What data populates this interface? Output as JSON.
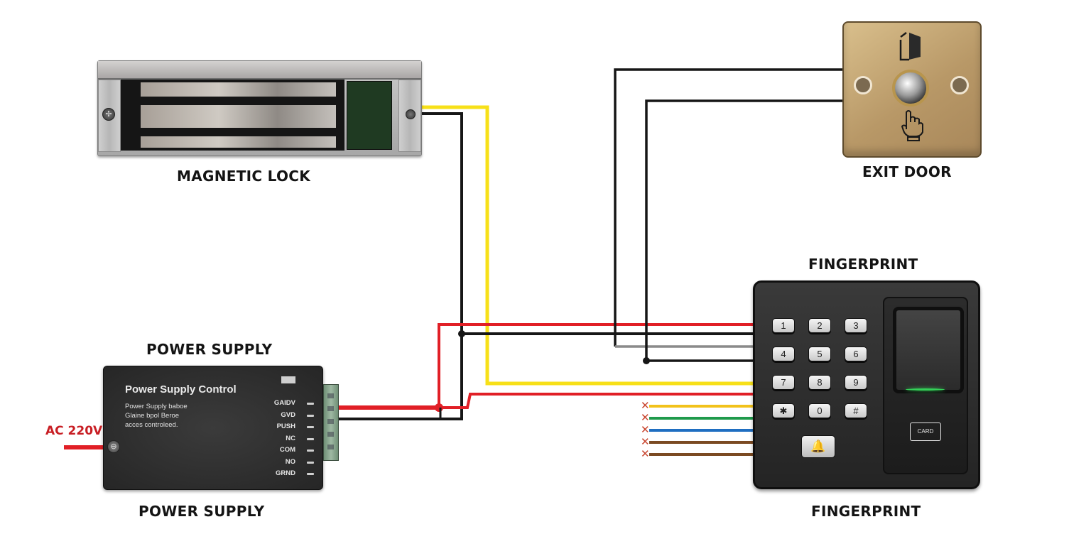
{
  "components": {
    "magnetic_lock": {
      "label": "MAGNETIC LOCK"
    },
    "exit_door": {
      "label": "EXIT DOOR",
      "icons": [
        "door-open-icon",
        "push-button",
        "hand-press-icon"
      ]
    },
    "fingerprint": {
      "label_top": "FINGERPRINT",
      "label_bottom": "FINGERPRINT",
      "keys": [
        "1",
        "2",
        "3",
        "4",
        "5",
        "6",
        "7",
        "8",
        "9",
        "✱",
        "0",
        "#"
      ],
      "bell_key": "🔔",
      "card_label": "CARD"
    },
    "power_supply": {
      "label_top": "POWER SUPPLY",
      "label_bottom": "POWER SUPPLY",
      "panel_title": "Power Supply Control",
      "panel_description": "Power Supply baboe\nGlaine bpol Beroe\nacces controleed.",
      "terminals": [
        "GAIDV",
        "GVD",
        "PUSH",
        "NC",
        "COM",
        "NO",
        "GRND"
      ]
    },
    "ac_input": {
      "label": "AC 220V"
    }
  },
  "wires": {
    "colors": {
      "red": "#e11f26",
      "black": "#161616",
      "yellow": "#f7e018",
      "gray": "#8a8a8a",
      "orange_yellow": "#f2c21a",
      "green": "#1f9a4b",
      "blue": "#1f6ec1",
      "brown": "#7b4a22",
      "cut_mark": "#c8452e"
    },
    "unused_leads": [
      "orange_yellow",
      "green",
      "blue",
      "brown",
      "brown"
    ],
    "unused_mark": "✕"
  }
}
